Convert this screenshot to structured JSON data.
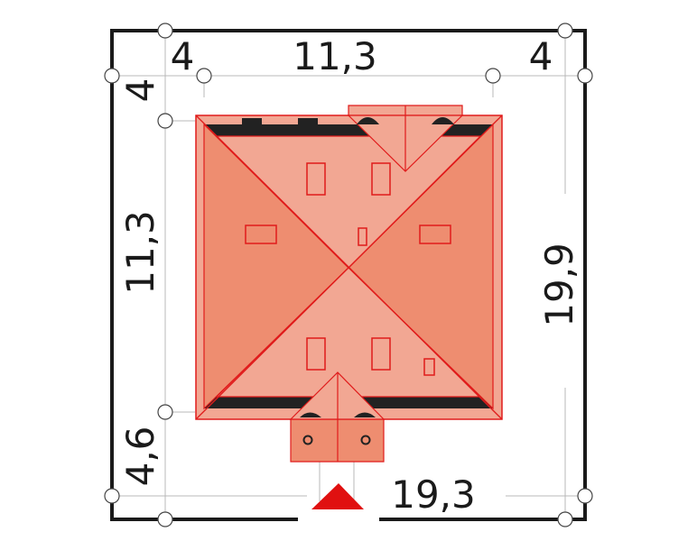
{
  "dimensions": {
    "top_left_setback": "4",
    "top_house_width": "11,3",
    "top_right_setback": "4",
    "left_top_setback": "4",
    "left_house_depth": "11,3",
    "left_bottom_setback": "4,6",
    "right_plot_depth": "19,9",
    "bottom_plot_width": "19,3"
  },
  "colors": {
    "roof_light": "#f2a793",
    "roof_dark": "#ee8d70",
    "roof_outline": "#e01b1b",
    "wall": "#222222",
    "plot_border": "#1a1a1a",
    "entrance_marker": "#e01010"
  },
  "icons": {
    "entrance": "entrance-triangle-icon",
    "survey_point": "survey-point-icon"
  }
}
